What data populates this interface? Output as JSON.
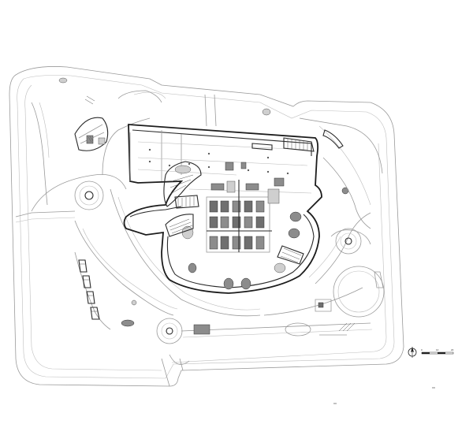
{
  "drawing": {
    "kind": "site-floor-plan",
    "stroke_color": "#1c1c1c",
    "secondary_color": "#9a9a9a",
    "fill_gray": "#8c8c8c",
    "background": "#ffffff"
  },
  "scale_bar": {
    "labels": [
      "0",
      "10",
      "20"
    ]
  },
  "north_arrow": {
    "icon": "north-arrow-icon"
  }
}
